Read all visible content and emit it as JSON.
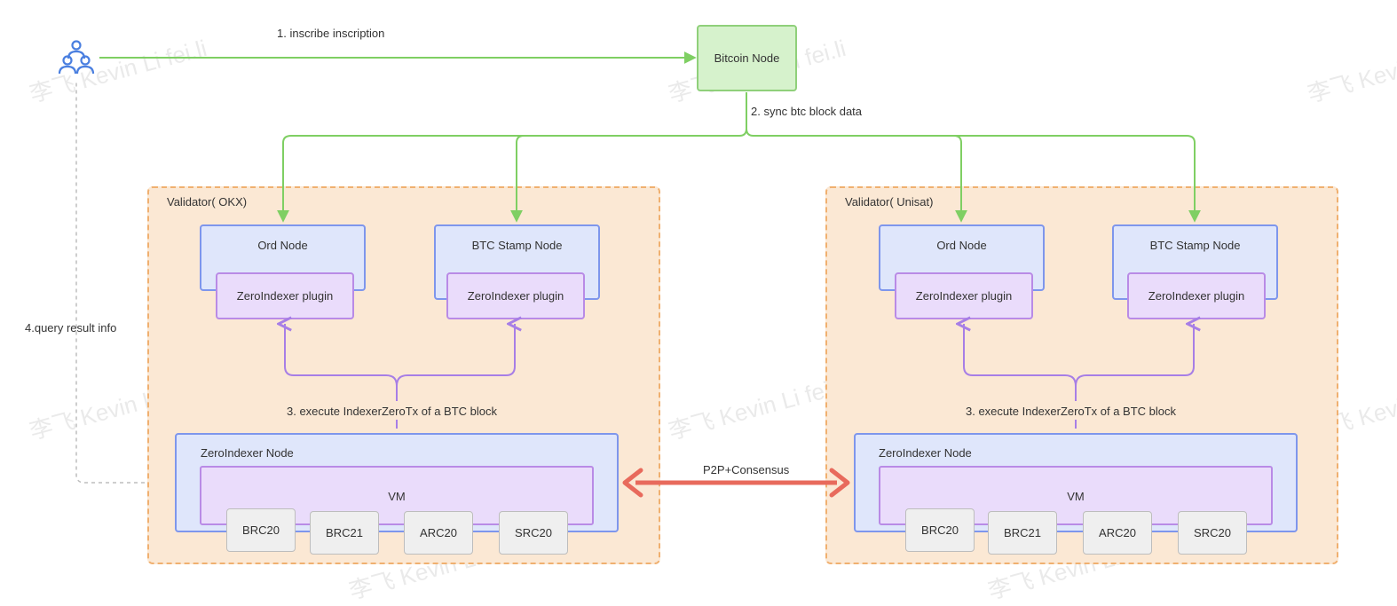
{
  "steps": {
    "inscribe": "1. inscribe inscription",
    "sync": "2. sync btc block data",
    "execute": "3. execute IndexerZeroTx of a BTC block",
    "query": "4.query result info"
  },
  "bitcoin_node": "Bitcoin Node",
  "consensus_label": "P2P+Consensus",
  "validators": [
    {
      "title": "Validator( OKX)",
      "ord_node": "Ord Node",
      "stamp_node": "BTC Stamp Node",
      "plugin": "ZeroIndexer plugin",
      "zero_node": "ZeroIndexer Node",
      "vm": "VM",
      "chips": [
        "BRC20",
        "BRC21",
        "ARC20",
        "SRC20"
      ]
    },
    {
      "title": "Validator( Unisat)",
      "ord_node": "Ord Node",
      "stamp_node": "BTC Stamp Node",
      "plugin": "ZeroIndexer plugin",
      "zero_node": "ZeroIndexer Node",
      "vm": "VM",
      "chips": [
        "BRC20",
        "BRC21",
        "ARC20",
        "SRC20"
      ]
    }
  ],
  "watermark": "李飞 Kevin Li fei.li",
  "colors": {
    "green_line": "#7fcf63",
    "purple_line": "#a77ee6",
    "red_arrow": "#e86a5c",
    "user_icon": "#4a7fe0"
  }
}
